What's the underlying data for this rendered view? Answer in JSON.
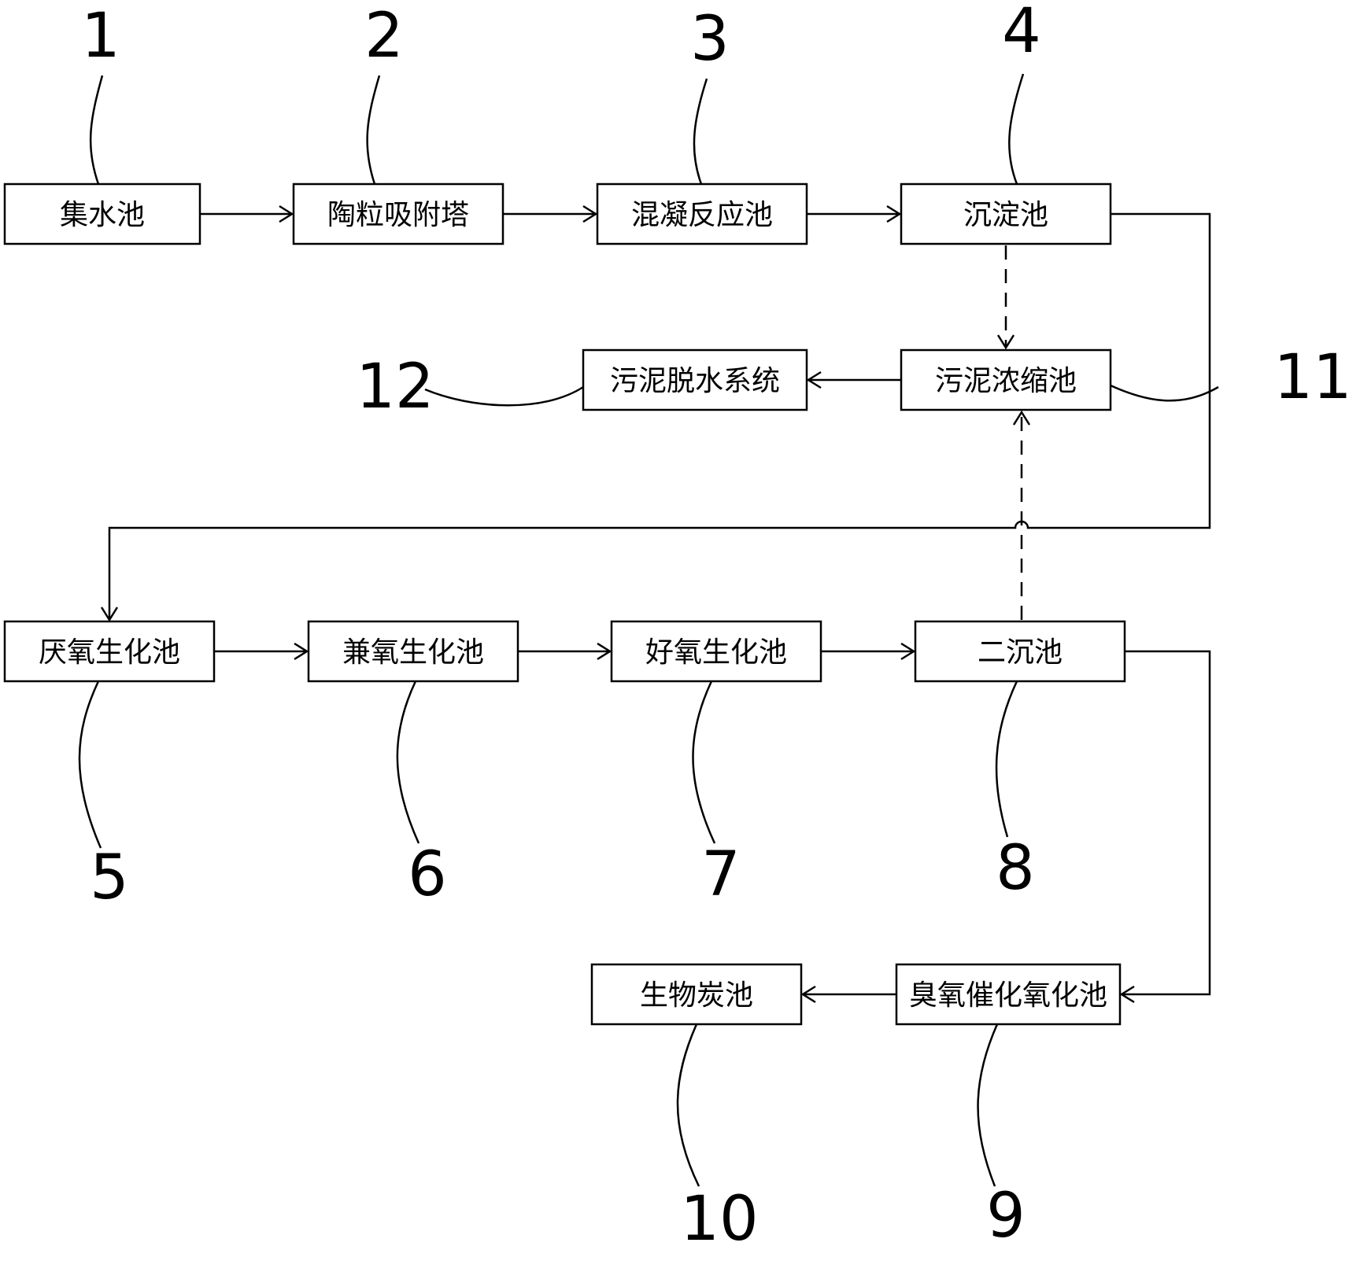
{
  "units": [
    {
      "id": "1",
      "label": "集水池"
    },
    {
      "id": "2",
      "label": "陶粒吸附塔"
    },
    {
      "id": "3",
      "label": "混凝反应池"
    },
    {
      "id": "4",
      "label": "沉淀池"
    },
    {
      "id": "5",
      "label": "厌氧生化池"
    },
    {
      "id": "6",
      "label": "兼氧生化池"
    },
    {
      "id": "7",
      "label": "好氧生化池"
    },
    {
      "id": "8",
      "label": "二沉池"
    },
    {
      "id": "9",
      "label": "臭氧催化氧化池"
    },
    {
      "id": "10",
      "label": "生物炭池"
    },
    {
      "id": "11",
      "label": "污泥浓缩池"
    },
    {
      "id": "12",
      "label": "污泥脱水系统"
    }
  ],
  "reference_numbers": [
    "1",
    "2",
    "3",
    "4",
    "5",
    "6",
    "7",
    "8",
    "9",
    "10",
    "11",
    "12"
  ]
}
